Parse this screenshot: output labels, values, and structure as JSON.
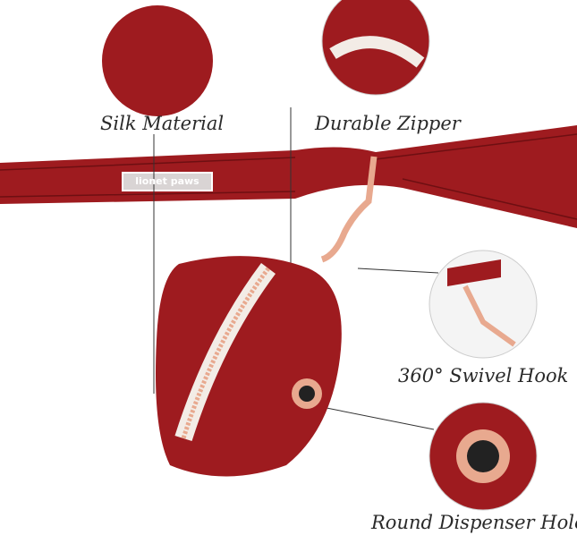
{
  "captions": {
    "silk": "Silk Material",
    "zipper": "Durable Zipper",
    "hook": "360° Swivel Hook",
    "hole": "Round Dispenser Hole"
  },
  "brand_label": "lionet paws",
  "colors": {
    "fabric": "#9e1b1f",
    "fabric_dark": "#6e0f12",
    "hardware": "#e8a98f",
    "zipper_tape": "#f3ece6"
  }
}
